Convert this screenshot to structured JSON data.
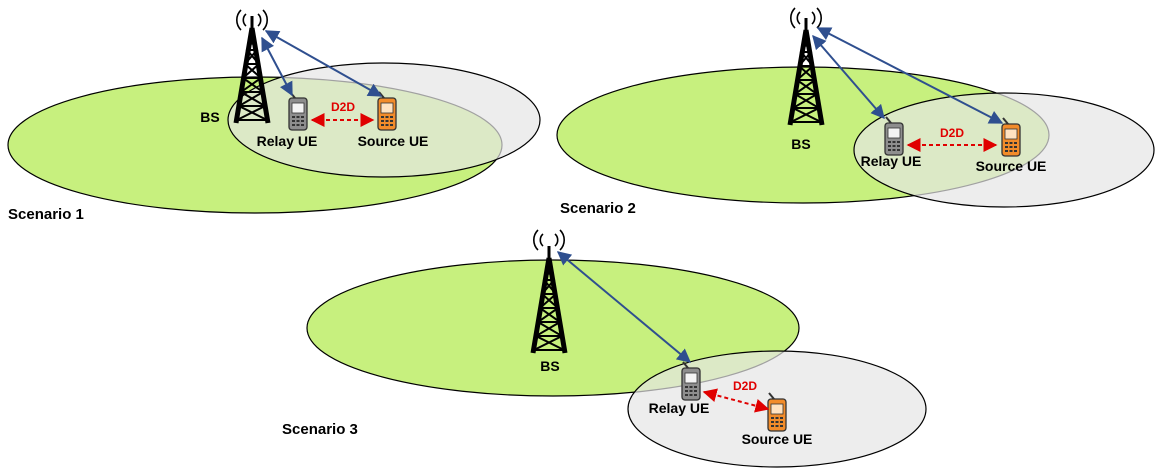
{
  "colors": {
    "bs_cell": "#c7f07e",
    "bs_cell_light": "#ccf28f",
    "ue_cell": "#e7e7e7",
    "overlap": "#cfe8ad",
    "link": "#2f4f8f",
    "d2d": "#e00000",
    "relay_phone": "#8e8e8e",
    "source_phone": "#f28c2a"
  },
  "icons": {
    "tower": "cell-tower-icon",
    "signal": "radio-waves-icon",
    "relay_phone": "mobile-phone-icon",
    "source_phone": "mobile-phone-icon"
  },
  "scenarios": [
    {
      "title": "Scenario 1",
      "bs_label": "BS",
      "relay_label": "Relay UE",
      "source_label": "Source UE",
      "d2d_label": "D2D"
    },
    {
      "title": "Scenario 2",
      "bs_label": "BS",
      "relay_label": "Relay UE",
      "source_label": "Source UE",
      "d2d_label": "D2D"
    },
    {
      "title": "Scenario 3",
      "bs_label": "BS",
      "relay_label": "Relay UE",
      "source_label": "Source UE",
      "d2d_label": "D2D"
    }
  ]
}
